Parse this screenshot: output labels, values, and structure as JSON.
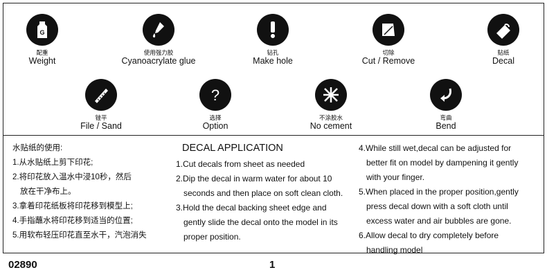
{
  "symbols": [
    {
      "cn": "配重",
      "en": "Weight",
      "icon": "weight-bottle-icon"
    },
    {
      "cn": "使用强力胶",
      "en": "Cyanoacrylate glue",
      "icon": "glue-drop-icon"
    },
    {
      "cn": "钻孔",
      "en": "Make hole",
      "icon": "drill-hole-icon"
    },
    {
      "cn": "切除",
      "en": "Cut / Remove",
      "icon": "cut-remove-icon"
    },
    {
      "cn": "贴纸",
      "en": "Decal",
      "icon": "decal-icon"
    },
    {
      "cn": "锉平",
      "en": "File / Sand",
      "icon": "file-sand-icon"
    },
    {
      "cn": "选择",
      "en": "Option",
      "icon": "question-mark-icon"
    },
    {
      "cn": "不涂胶水",
      "en": "No cement",
      "icon": "no-cement-icon"
    },
    {
      "cn": "弯曲",
      "en": "Bend",
      "icon": "bend-arrow-icon"
    }
  ],
  "chinese": {
    "title": "水贴纸的使用:",
    "lines": [
      "1.从水贴纸上剪下印花;",
      "2.将印花放入温水中浸10秒，然后",
      "放在干净布上。",
      "3.拿着印花纸板将印花移到模型上;",
      "4.手指蘸水将印花移到适当的位置;",
      "5.用软布轻压印花直至水干，汽泡消失"
    ]
  },
  "english": {
    "title": "DECAL APPLICATION",
    "lines": [
      "1.Cut decals from sheet as needed",
      "2.Dip the decal in warm water for about 10",
      "seconds and then place on soft clean cloth.",
      "3.Hold the decal backing sheet edge and",
      "gently slide the decal onto the model in its",
      "proper position."
    ]
  },
  "english2": {
    "lines": [
      "4.While still wet,decal can be adjusted for",
      "better fit on model by dampening it gently",
      "with your finger.",
      "5.When placed in the proper position,gently",
      "press decal down with a soft cloth until",
      "excess water and air bubbles are gone.",
      "6.Allow decal to dry completely before",
      "handling model"
    ]
  },
  "footer": {
    "code": "02890",
    "page": "1"
  }
}
